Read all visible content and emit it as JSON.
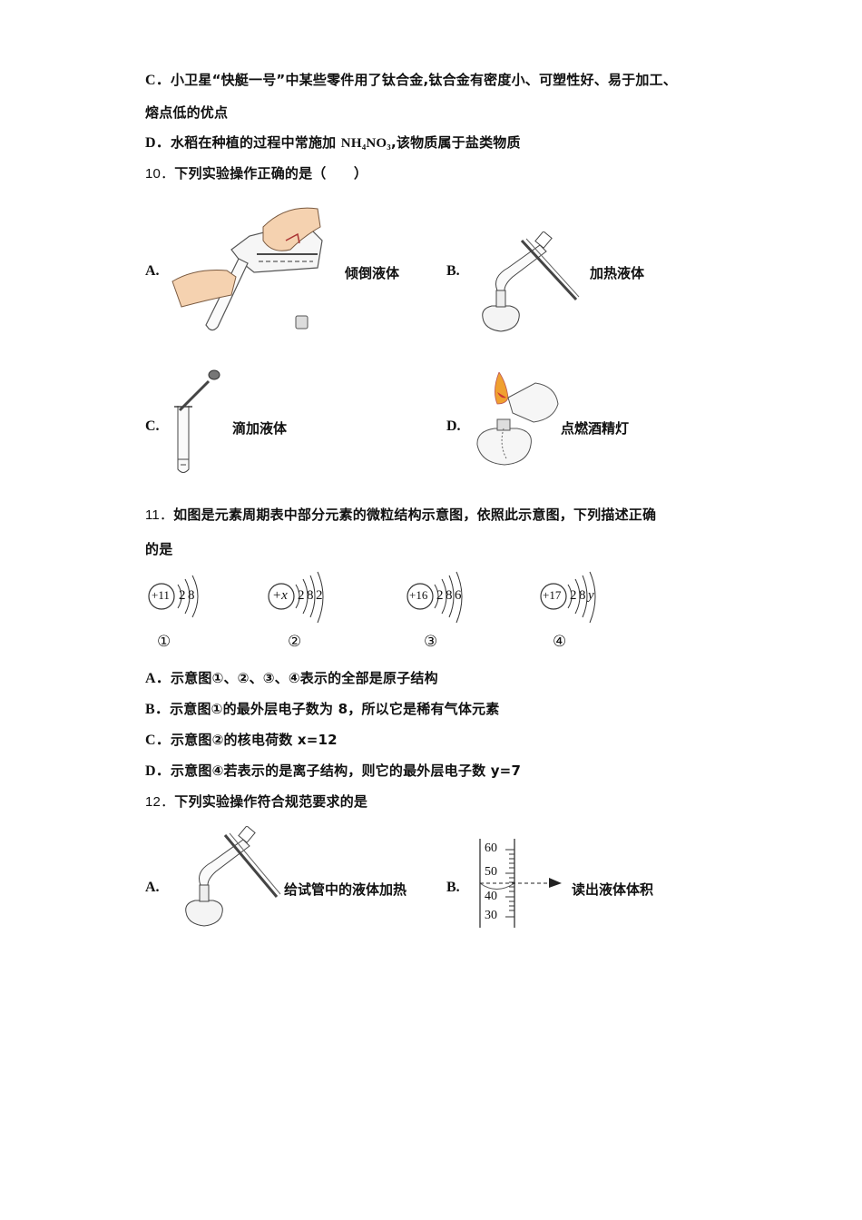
{
  "q9_tail": {
    "option_c": {
      "letter": "C．",
      "text_line1": "小卫星“快艇一号”中某些零件用了钛合金,钛合金有密度小、可塑性好、易于加工、",
      "text_line2": "熔点低的优点"
    },
    "option_d": {
      "letter": "D．",
      "text_pre": "水稻在种植的过程中常施加 ",
      "formula": "NH₄NO₃",
      "text_post": ",该物质属于盐类物质"
    }
  },
  "q10": {
    "number": "10．",
    "stem": "下列实验操作正确的是（　　）",
    "options": [
      {
        "letter": "A.",
        "label": "倾倒液体",
        "figure": "pouring-liquid-illustration"
      },
      {
        "letter": "B.",
        "label": "加热液体",
        "figure": "heating-liquid-illustration"
      },
      {
        "letter": "C.",
        "label": "滴加液体",
        "figure": "dropping-liquid-illustration"
      },
      {
        "letter": "D.",
        "label": "点燃酒精灯",
        "figure": "lighting-alcohol-lamp-illustration"
      }
    ]
  },
  "q11": {
    "number": "11．",
    "stem_line1": "如图是元素周期表中部分元素的微粒结构示意图，依照此示意图，下列描述正确",
    "stem_line2": "的是",
    "diagrams": [
      {
        "nucleus": "+11",
        "shells": [
          "2",
          "8"
        ],
        "index": "①"
      },
      {
        "nucleus": "+x",
        "shells": [
          "2",
          "8",
          "2"
        ],
        "index": "②"
      },
      {
        "nucleus": "+16",
        "shells": [
          "2",
          "8",
          "6"
        ],
        "index": "③"
      },
      {
        "nucleus": "+17",
        "shells": [
          "2",
          "8",
          "y"
        ],
        "index": "④"
      }
    ],
    "options": [
      {
        "letter": "A．",
        "text": "示意图①、②、③、④表示的全部是原子结构"
      },
      {
        "letter": "B．",
        "text": "示意图①的最外层电子数为 8，所以它是稀有气体元素"
      },
      {
        "letter": "C．",
        "text": "示意图②的核电荷数 x=12"
      },
      {
        "letter": "D．",
        "text": "示意图④若表示的是离子结构，则它的最外层电子数 y=7"
      }
    ]
  },
  "q12": {
    "number": "12．",
    "stem": "下列实验操作符合规范要求的是",
    "options": [
      {
        "letter": "A.",
        "label": "给试管中的液体加热",
        "figure": "heating-test-tube-illustration"
      },
      {
        "letter": "B.",
        "label": "读出液体体积",
        "figure": "graduated-cylinder-reading-illustration",
        "scale_ticks": [
          "60",
          "50",
          "40",
          "30"
        ]
      }
    ]
  }
}
